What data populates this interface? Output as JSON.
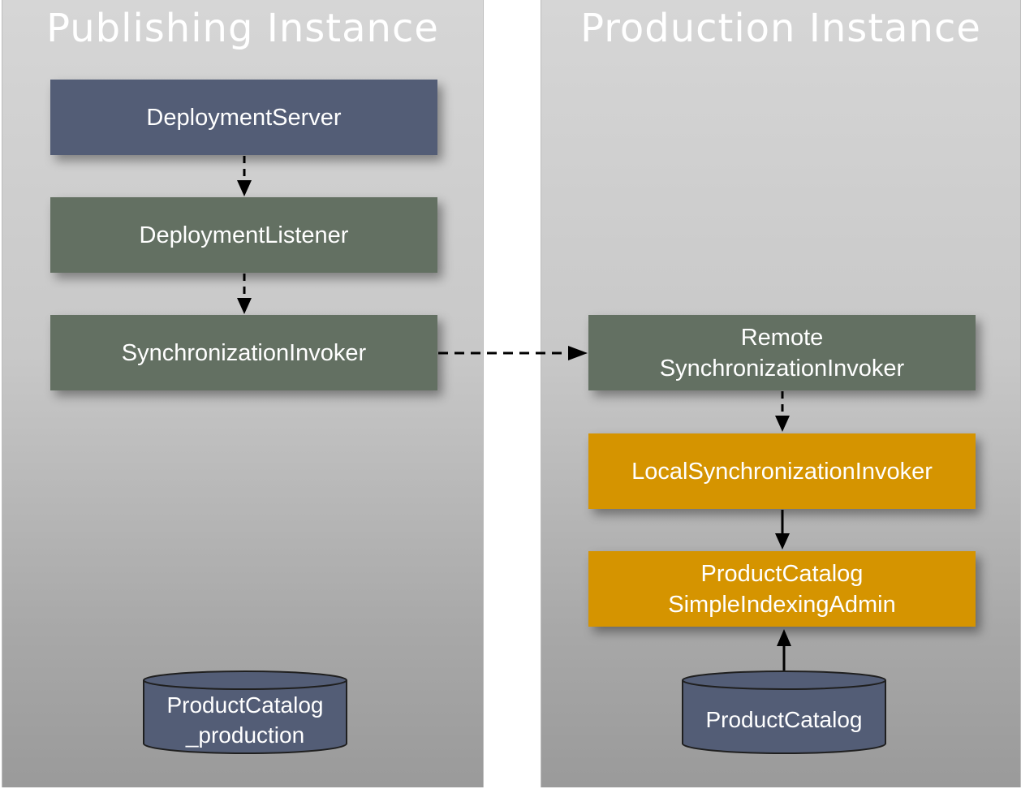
{
  "panels": {
    "publishing": {
      "title": "Publishing Instance"
    },
    "production": {
      "title": "Production Instance"
    }
  },
  "nodes": {
    "deployment_server": "DeploymentServer",
    "deployment_listener": "DeploymentListener",
    "synchronization_invoker": "SynchronizationInvoker",
    "remote_synchronization_invoker": "Remote\nSynchronizationInvoker",
    "local_synchronization_invoker": "LocalSynchronizationInvoker",
    "product_catalog_indexing_admin": "ProductCatalog\nSimpleIndexingAdmin"
  },
  "databases": {
    "product_catalog_production": "ProductCatalog\n_production",
    "product_catalog": "ProductCatalog"
  },
  "colors": {
    "navy": "#535d76",
    "green": "#637062",
    "orange": "#d59400",
    "panel_gradient_top": "#d6d6d6",
    "panel_gradient_bottom": "#9a9a9a"
  }
}
